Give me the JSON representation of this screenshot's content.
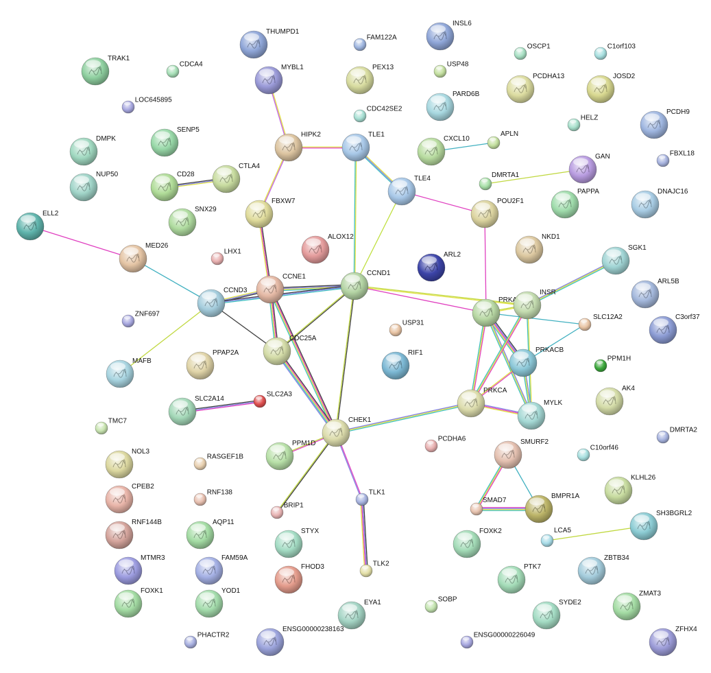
{
  "nodes": [
    {
      "id": "THUMPD1",
      "label": "THUMPD1",
      "color": "#8fa6d8",
      "size": "large"
    },
    {
      "id": "FAM122A",
      "label": "FAM122A",
      "color": "#9fb6e0",
      "size": "small"
    },
    {
      "id": "INSL6",
      "label": "INSL6",
      "color": "#8fa6d8",
      "size": "large"
    },
    {
      "id": "TRAK1",
      "label": "TRAK1",
      "color": "#8fd0a0",
      "size": "large"
    },
    {
      "id": "CDCA4",
      "label": "CDCA4",
      "color": "#a8e0b8",
      "size": "small"
    },
    {
      "id": "MYBL1",
      "label": "MYBL1",
      "color": "#9a9ad8",
      "size": "large"
    },
    {
      "id": "PEX13",
      "label": "PEX13",
      "color": "#d8dca0",
      "size": "large"
    },
    {
      "id": "USP48",
      "label": "USP48",
      "color": "#c4e0a0",
      "size": "small"
    },
    {
      "id": "OSCP1",
      "label": "OSCP1",
      "color": "#a8e0c4",
      "size": "small"
    },
    {
      "id": "C1orf103",
      "label": "C1orf103",
      "color": "#a8e0e0",
      "size": "small"
    },
    {
      "id": "PCDHA13",
      "label": "PCDHA13",
      "color": "#dcdca0",
      "size": "large"
    },
    {
      "id": "JOSD2",
      "label": "JOSD2",
      "color": "#d8d890",
      "size": "large"
    },
    {
      "id": "LOC645895",
      "label": "LOC645895",
      "color": "#a8a8e0",
      "size": "small"
    },
    {
      "id": "PARD6B",
      "label": "PARD6B",
      "color": "#a8d8e0",
      "size": "large"
    },
    {
      "id": "CDC42SE2",
      "label": "CDC42SE2",
      "color": "#a8e0d4",
      "size": "small"
    },
    {
      "id": "HELZ",
      "label": "HELZ",
      "color": "#a8e0cc",
      "size": "small"
    },
    {
      "id": "PCDH9",
      "label": "PCDH9",
      "color": "#9fb6e0",
      "size": "large"
    },
    {
      "id": "DMPK",
      "label": "DMPK",
      "color": "#a0d8c0",
      "size": "large"
    },
    {
      "id": "SENP5",
      "label": "SENP5",
      "color": "#98d8a8",
      "size": "large"
    },
    {
      "id": "HIPK2",
      "label": "HIPK2",
      "color": "#dcc4a0",
      "size": "large"
    },
    {
      "id": "TLE1",
      "label": "TLE1",
      "color": "#a8c8e8",
      "size": "large"
    },
    {
      "id": "CXCL10",
      "label": "CXCL10",
      "color": "#b8dca0",
      "size": "large"
    },
    {
      "id": "APLN",
      "label": "APLN",
      "color": "#c4e0a0",
      "size": "small"
    },
    {
      "id": "FBXL18",
      "label": "FBXL18",
      "color": "#a8b4e0",
      "size": "small"
    },
    {
      "id": "NUP50",
      "label": "NUP50",
      "color": "#a0d4c8",
      "size": "large"
    },
    {
      "id": "CD28",
      "label": "CD28",
      "color": "#b0dc98",
      "size": "large"
    },
    {
      "id": "CTLA4",
      "label": "CTLA4",
      "color": "#c8dca0",
      "size": "large"
    },
    {
      "id": "GAN",
      "label": "GAN",
      "color": "#b89ce0",
      "size": "large"
    },
    {
      "id": "TLE4",
      "label": "TLE4",
      "color": "#a8c8e8",
      "size": "large"
    },
    {
      "id": "DMRTA1",
      "label": "DMRTA1",
      "color": "#a8e0a8",
      "size": "small"
    },
    {
      "id": "PAPPA",
      "label": "PAPPA",
      "color": "#a0dcac",
      "size": "large"
    },
    {
      "id": "DNAJC16",
      "label": "DNAJC16",
      "color": "#a8cce4",
      "size": "large"
    },
    {
      "id": "ELL2",
      "label": "ELL2",
      "color": "#5fb4ac",
      "size": "large"
    },
    {
      "id": "SNX29",
      "label": "SNX29",
      "color": "#b0dca0",
      "size": "large"
    },
    {
      "id": "FBXW7",
      "label": "FBXW7",
      "color": "#e0dc9c",
      "size": "large"
    },
    {
      "id": "POU2F1",
      "label": "POU2F1",
      "color": "#dcd4a0",
      "size": "large"
    },
    {
      "id": "LHX1",
      "label": "LHX1",
      "color": "#e8b0b0",
      "size": "small"
    },
    {
      "id": "ALOX12",
      "label": "ALOX12",
      "color": "#e49c9c",
      "size": "large"
    },
    {
      "id": "NKD1",
      "label": "NKD1",
      "color": "#dcc8a0",
      "size": "large"
    },
    {
      "id": "MED26",
      "label": "MED26",
      "color": "#e4c4a4",
      "size": "large"
    },
    {
      "id": "ARL2",
      "label": "ARL2",
      "color": "#3c44a8",
      "size": "large"
    },
    {
      "id": "SGK1",
      "label": "SGK1",
      "color": "#a0d4d4",
      "size": "large"
    },
    {
      "id": "CCNE1",
      "label": "CCNE1",
      "color": "#e4b8a4",
      "size": "large"
    },
    {
      "id": "CCND1",
      "label": "CCND1",
      "color": "#b4d4a4",
      "size": "large"
    },
    {
      "id": "ARL5B",
      "label": "ARL5B",
      "color": "#a4b8dc",
      "size": "large"
    },
    {
      "id": "CCND3",
      "label": "CCND3",
      "color": "#a4ccdc",
      "size": "large"
    },
    {
      "id": "PRKACA",
      "label": "PRKACA",
      "color": "#b8d8a4",
      "size": "large"
    },
    {
      "id": "INSR",
      "label": "INSR",
      "color": "#c4dcb0",
      "size": "large"
    },
    {
      "id": "ZNF697",
      "label": "ZNF697",
      "color": "#a8a8e0",
      "size": "small"
    },
    {
      "id": "C3orf37",
      "label": "C3orf37",
      "color": "#8c9cd4",
      "size": "large"
    },
    {
      "id": "USP31",
      "label": "USP31",
      "color": "#e8c4a4",
      "size": "small"
    },
    {
      "id": "SLC12A2",
      "label": "SLC12A2",
      "color": "#e8c4a4",
      "size": "small"
    },
    {
      "id": "CDC25A",
      "label": "CDC25A",
      "color": "#d4dca8",
      "size": "large"
    },
    {
      "id": "RIF1",
      "label": "RIF1",
      "color": "#7cb8d4",
      "size": "large"
    },
    {
      "id": "PRKACB",
      "label": "PRKACB",
      "color": "#8cc8d8",
      "size": "large"
    },
    {
      "id": "MAFB",
      "label": "MAFB",
      "color": "#a8d4e0",
      "size": "large"
    },
    {
      "id": "PPAP2A",
      "label": "PPAP2A",
      "color": "#e0d4a8",
      "size": "large"
    },
    {
      "id": "PPM1H",
      "label": "PPM1H",
      "color": "#3ca83c",
      "size": "small"
    },
    {
      "id": "AK4",
      "label": "AK4",
      "color": "#d4dca8",
      "size": "large"
    },
    {
      "id": "SLC2A14",
      "label": "SLC2A14",
      "color": "#a4d8b8",
      "size": "large"
    },
    {
      "id": "SLC2A3",
      "label": "SLC2A3",
      "color": "#e05050",
      "size": "small"
    },
    {
      "id": "PRKCA",
      "label": "PRKCA",
      "color": "#dcdcac",
      "size": "large"
    },
    {
      "id": "MYLK",
      "label": "MYLK",
      "color": "#a4d8d4",
      "size": "large"
    },
    {
      "id": "TMC7",
      "label": "TMC7",
      "color": "#c8e4b0",
      "size": "small"
    },
    {
      "id": "CHEK1",
      "label": "CHEK1",
      "color": "#dcdcac",
      "size": "large"
    },
    {
      "id": "DMRTA2",
      "label": "DMRTA2",
      "color": "#a8b4e0",
      "size": "small"
    },
    {
      "id": "NOL3",
      "label": "NOL3",
      "color": "#dcd8a0",
      "size": "large"
    },
    {
      "id": "PPM1D",
      "label": "PPM1D",
      "color": "#b8e0a8",
      "size": "large"
    },
    {
      "id": "PCDHA6",
      "label": "PCDHA6",
      "color": "#e8b0b0",
      "size": "small"
    },
    {
      "id": "SMURF2",
      "label": "SMURF2",
      "color": "#e4c0b0",
      "size": "large"
    },
    {
      "id": "C10orf46",
      "label": "C10orf46",
      "color": "#a8e0e0",
      "size": "small"
    },
    {
      "id": "RASGEF1B",
      "label": "RASGEF1B",
      "color": "#e8d0b0",
      "size": "small"
    },
    {
      "id": "KLHL26",
      "label": "KLHL26",
      "color": "#c8dca0",
      "size": "large"
    },
    {
      "id": "CPEB2",
      "label": "CPEB2",
      "color": "#e8b4a8",
      "size": "large"
    },
    {
      "id": "RNF138",
      "label": "RNF138",
      "color": "#e8c0b0",
      "size": "small"
    },
    {
      "id": "TLK1",
      "label": "TLK1",
      "color": "#a8b4e0",
      "size": "small"
    },
    {
      "id": "SMAD7",
      "label": "SMAD7",
      "color": "#e8c4b0",
      "size": "small"
    },
    {
      "id": "BMPR1A",
      "label": "BMPR1A",
      "color": "#bcb468",
      "size": "large"
    },
    {
      "id": "BRIP1",
      "label": "BRIP1",
      "color": "#e8b4b4",
      "size": "small"
    },
    {
      "id": "SH3BGRL2",
      "label": "SH3BGRL2",
      "color": "#8cccd4",
      "size": "large"
    },
    {
      "id": "RNF144B",
      "label": "RNF144B",
      "color": "#d4a49c",
      "size": "large"
    },
    {
      "id": "AQP11",
      "label": "AQP11",
      "color": "#a4dca4",
      "size": "large"
    },
    {
      "id": "STYX",
      "label": "STYX",
      "color": "#a4dcc4",
      "size": "large"
    },
    {
      "id": "FOXK2",
      "label": "FOXK2",
      "color": "#a4dcb8",
      "size": "large"
    },
    {
      "id": "LCA5",
      "label": "LCA5",
      "color": "#a8dce8",
      "size": "small"
    },
    {
      "id": "MTMR3",
      "label": "MTMR3",
      "color": "#9c9ce0",
      "size": "large"
    },
    {
      "id": "FAM59A",
      "label": "FAM59A",
      "color": "#a4b0e4",
      "size": "large"
    },
    {
      "id": "ZBTB34",
      "label": "ZBTB34",
      "color": "#a4ccdc",
      "size": "large"
    },
    {
      "id": "TLK2",
      "label": "TLK2",
      "color": "#e4e0a8",
      "size": "small"
    },
    {
      "id": "FHOD3",
      "label": "FHOD3",
      "color": "#e49c8c",
      "size": "large"
    },
    {
      "id": "PTK7",
      "label": "PTK7",
      "color": "#a4dcb8",
      "size": "large"
    },
    {
      "id": "FOXK1",
      "label": "FOXK1",
      "color": "#a4dca4",
      "size": "large"
    },
    {
      "id": "YOD1",
      "label": "YOD1",
      "color": "#a4dcac",
      "size": "large"
    },
    {
      "id": "EYA1",
      "label": "EYA1",
      "color": "#a4d4c4",
      "size": "large"
    },
    {
      "id": "SOBP",
      "label": "SOBP",
      "color": "#c4e4b0",
      "size": "small"
    },
    {
      "id": "SYDE2",
      "label": "SYDE2",
      "color": "#a4dcc4",
      "size": "large"
    },
    {
      "id": "ZMAT3",
      "label": "ZMAT3",
      "color": "#a4dca4",
      "size": "large"
    },
    {
      "id": "PHACTR2",
      "label": "PHACTR2",
      "color": "#a8b0e0",
      "size": "small"
    },
    {
      "id": "ENSG00000238163",
      "label": "ENSG00000238163",
      "color": "#9ca4dc",
      "size": "large"
    },
    {
      "id": "ENSG00000226049",
      "label": "ENSG00000226049",
      "color": "#a8a8e0",
      "size": "small"
    },
    {
      "id": "ZFHX4",
      "label": "ZFHX4",
      "color": "#9c9cd8",
      "size": "large"
    }
  ],
  "edges": [
    {
      "source": "MYBL1",
      "target": "HIPK2",
      "colors": [
        "#e0e040",
        "#c060e0"
      ]
    },
    {
      "source": "HIPK2",
      "target": "TLE1",
      "colors": [
        "#e0e040",
        "#e040c0"
      ]
    },
    {
      "source": "HIPK2",
      "target": "FBXW7",
      "colors": [
        "#c060e0",
        "#e0e040"
      ]
    },
    {
      "source": "TLE1",
      "target": "TLE4",
      "colors": [
        "#e0e040",
        "#8080e0",
        "#40c0c0"
      ]
    },
    {
      "source": "TLE1",
      "target": "CCND1",
      "colors": [
        "#e0e040",
        "#40c0c0"
      ]
    },
    {
      "source": "TLE4",
      "target": "CCND1",
      "colors": [
        "#c0e040"
      ]
    },
    {
      "source": "TLE4",
      "target": "POU2F1",
      "colors": [
        "#e040c0"
      ]
    },
    {
      "source": "POU2F1",
      "target": "PRKACA",
      "colors": [
        "#e040c0"
      ]
    },
    {
      "source": "CXCL10",
      "target": "APLN",
      "colors": [
        "#40b0c0"
      ]
    },
    {
      "source": "DMRTA1",
      "target": "GAN",
      "colors": [
        "#c0d840"
      ]
    },
    {
      "source": "CD28",
      "target": "CTLA4",
      "colors": [
        "#404040",
        "#8080e0",
        "#e0e040"
      ]
    },
    {
      "source": "ELL2",
      "target": "MED26",
      "colors": [
        "#e040c0"
      ]
    },
    {
      "source": "MED26",
      "target": "CCND3",
      "colors": [
        "#40b0c0"
      ]
    },
    {
      "source": "FBXW7",
      "target": "CCNE1",
      "colors": [
        "#404040",
        "#e040c0",
        "#e0e040"
      ]
    },
    {
      "source": "CCNE1",
      "target": "CCND3",
      "colors": [
        "#404040",
        "#8080e0",
        "#e0e040"
      ]
    },
    {
      "source": "CCNE1",
      "target": "CCND1",
      "colors": [
        "#404040",
        "#8080e0",
        "#e0e040",
        "#40c0c0"
      ]
    },
    {
      "source": "CCND3",
      "target": "CCND1",
      "colors": [
        "#404040",
        "#8080e0",
        "#40c0c0"
      ]
    },
    {
      "source": "CCNE1",
      "target": "CDC25A",
      "colors": [
        "#404040",
        "#e040c0",
        "#e0e040",
        "#40c0c0"
      ]
    },
    {
      "source": "CCNE1",
      "target": "CHEK1",
      "colors": [
        "#404040",
        "#e040c0",
        "#e0e040",
        "#40c0c0"
      ]
    },
    {
      "source": "CCND3",
      "target": "CDC25A",
      "colors": [
        "#404040"
      ]
    },
    {
      "source": "CCND3",
      "target": "MAFB",
      "colors": [
        "#c0d840"
      ]
    },
    {
      "source": "CCND1",
      "target": "CDC25A",
      "colors": [
        "#404040",
        "#c0d840"
      ]
    },
    {
      "source": "CCND1",
      "target": "CHEK1",
      "colors": [
        "#404040",
        "#c0d840"
      ]
    },
    {
      "source": "CCND1",
      "target": "PRKACA",
      "colors": [
        "#e040c0"
      ]
    },
    {
      "source": "CCND1",
      "target": "INSR",
      "colors": [
        "#c0d840",
        "#e0e040"
      ]
    },
    {
      "source": "CDC25A",
      "target": "CHEK1",
      "colors": [
        "#404040",
        "#e040c0",
        "#e0e040",
        "#40c0c0",
        "#8080e0"
      ]
    },
    {
      "source": "CHEK1",
      "target": "PPM1D",
      "colors": [
        "#e040c0",
        "#c0d840"
      ]
    },
    {
      "source": "CHEK1",
      "target": "BRIP1",
      "colors": [
        "#404040",
        "#c0d840"
      ]
    },
    {
      "source": "CHEK1",
      "target": "TLK1",
      "colors": [
        "#e040c0",
        "#8080e0"
      ]
    },
    {
      "source": "CHEK1",
      "target": "PRKCA",
      "colors": [
        "#8080e0",
        "#e0e040",
        "#40c0c0"
      ]
    },
    {
      "source": "TLK1",
      "target": "TLK2",
      "colors": [
        "#404040",
        "#8080e0",
        "#e040c0",
        "#e0e040"
      ]
    },
    {
      "source": "SLC2A14",
      "target": "SLC2A3",
      "colors": [
        "#404040",
        "#8080e0",
        "#e040c0"
      ]
    },
    {
      "source": "PRKACA",
      "target": "INSR",
      "colors": [
        "#c0d840",
        "#e0e040"
      ]
    },
    {
      "source": "PRKACA",
      "target": "SLC12A2",
      "colors": [
        "#40b0c0"
      ]
    },
    {
      "source": "PRKACA",
      "target": "PRKACB",
      "colors": [
        "#404040",
        "#8080e0",
        "#e040c0",
        "#e0e040",
        "#40c0c0"
      ]
    },
    {
      "source": "PRKACA",
      "target": "PRKCA",
      "colors": [
        "#e040c0",
        "#e0e040",
        "#40c0c0"
      ]
    },
    {
      "source": "PRKACA",
      "target": "MYLK",
      "colors": [
        "#8080e0",
        "#e0e040",
        "#40c0c0"
      ]
    },
    {
      "source": "INSR",
      "target": "SGK1",
      "colors": [
        "#8080e0",
        "#e0e040",
        "#40c0c0"
      ]
    },
    {
      "source": "INSR",
      "target": "PRKCA",
      "colors": [
        "#e040c0",
        "#e0e040",
        "#40c0c0"
      ]
    },
    {
      "source": "INSR",
      "target": "MYLK",
      "colors": [
        "#e0e040",
        "#40c0c0"
      ]
    },
    {
      "source": "PRKACB",
      "target": "SLC12A2",
      "colors": [
        "#40b0c0"
      ]
    },
    {
      "source": "PRKACB",
      "target": "PRKCA",
      "colors": [
        "#e040c0",
        "#e0e040"
      ]
    },
    {
      "source": "PRKACB",
      "target": "MYLK",
      "colors": [
        "#8080e0",
        "#e0e040",
        "#40c0c0"
      ]
    },
    {
      "source": "PRKCA",
      "target": "MYLK",
      "colors": [
        "#8080e0",
        "#e040c0",
        "#e0e040"
      ]
    },
    {
      "source": "SMURF2",
      "target": "SMAD7",
      "colors": [
        "#e040c0",
        "#e0e040",
        "#40c0c0"
      ]
    },
    {
      "source": "SMURF2",
      "target": "BMPR1A",
      "colors": [
        "#40b0c0"
      ]
    },
    {
      "source": "SMAD7",
      "target": "BMPR1A",
      "colors": [
        "#e040c0",
        "#8080e0",
        "#e0e040",
        "#40c0c0"
      ]
    },
    {
      "source": "LCA5",
      "target": "SH3BGRL2",
      "colors": [
        "#c0d840"
      ]
    }
  ]
}
